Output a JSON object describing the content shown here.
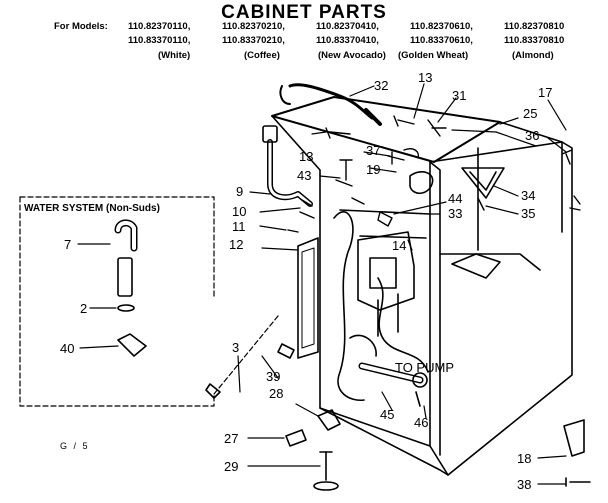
{
  "title": "CABINET PARTS",
  "models": {
    "prefix": "For Models:",
    "row1": [
      "110.82370110,",
      "110.82370210,",
      "110.82370410,",
      "110.82370610,",
      "110.82370810"
    ],
    "row2": [
      "110.83370110,",
      "110.83370210,",
      "110.83370410,",
      "110.83370610,",
      "110.83370810"
    ],
    "colors": [
      "(White)",
      "(Coffee)",
      "(New Avocado)",
      "(Golden Wheat)",
      "(Almond)"
    ]
  },
  "inset_title": "WATER SYSTEM (Non-Suds)",
  "to_pump_label": "TO PUMP",
  "page_marker": "G / 5",
  "callouts": [
    "32",
    "13",
    "31",
    "17",
    "25",
    "36",
    "13",
    "37",
    "19",
    "43",
    "9",
    "34",
    "44",
    "10",
    "33",
    "35",
    "11",
    "14",
    "12",
    "7",
    "2",
    "40",
    "3",
    "39",
    "28",
    "45",
    "46",
    "27",
    "29",
    "18",
    "38"
  ]
}
